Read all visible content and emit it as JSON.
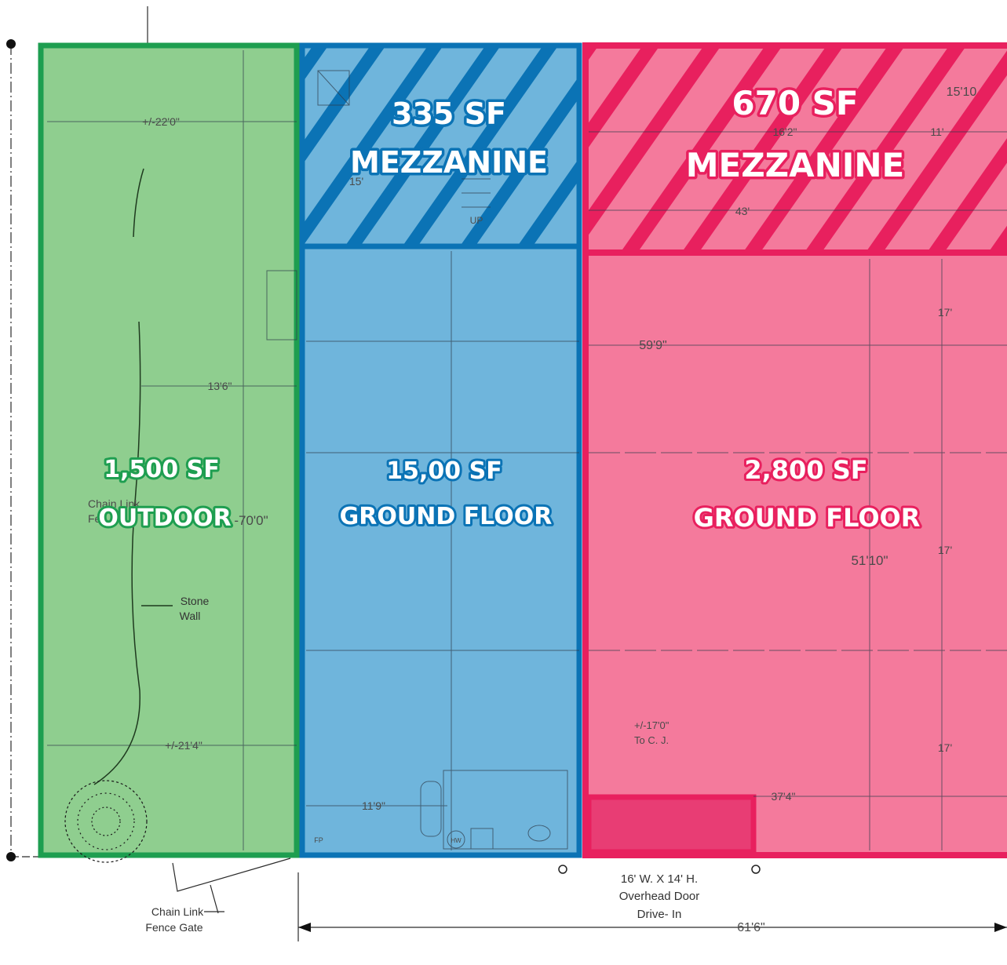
{
  "colors": {
    "outdoor_fill": "#8fce8f",
    "outdoor_stroke": "#1e9e50",
    "middle_fill": "#6fb5dc",
    "middle_stroke": "#0b73b5",
    "right_fill": "#f47a9c",
    "right_stroke": "#e8205e",
    "line": "#2b2b2b"
  },
  "zones": {
    "outdoor": {
      "area": "1,500 SF",
      "label": "OUTDOOR"
    },
    "middle_mezz": {
      "area": "335 SF",
      "label": "MEZZANINE"
    },
    "middle_ground": {
      "area": "15,00 SF",
      "label": "GROUND FLOOR"
    },
    "right_mezz": {
      "area": "670 SF",
      "label": "MEZZANINE"
    },
    "right_ground": {
      "area": "2,800 SF",
      "label": "GROUND FLOOR"
    }
  },
  "dimensions": {
    "d1": "+/-22'0\"",
    "d2": "13'6\"",
    "d3": "+/-21'4\"",
    "d4": "-70'0\"",
    "d5": "59'9\"",
    "d6": "51'10\"",
    "d7": "17'",
    "d8": "17'",
    "d9": "17'",
    "d10": "37'4\"",
    "d11": "11'9\"",
    "d12": "61'6\"",
    "d13": "16'2\"",
    "d14": "15'10",
    "d15": "11'",
    "d16": "43'",
    "d17": "15'",
    "d18": "+/-17'0\"",
    "d19": "To C. J."
  },
  "plan_marks": {
    "up": "UP",
    "hw": "HW",
    "fp": "FP",
    "chain_link_partial_1": "Chain Link",
    "chain_link_partial_2": "Fe"
  },
  "notes": {
    "stone_wall_1": "Stone",
    "stone_wall_2": "Wall",
    "gate_1": "Chain Link",
    "gate_2": "Fence Gate",
    "door_1": "16' W. X 14' H.",
    "door_2": "Overhead Door",
    "door_3": "Drive- In"
  }
}
